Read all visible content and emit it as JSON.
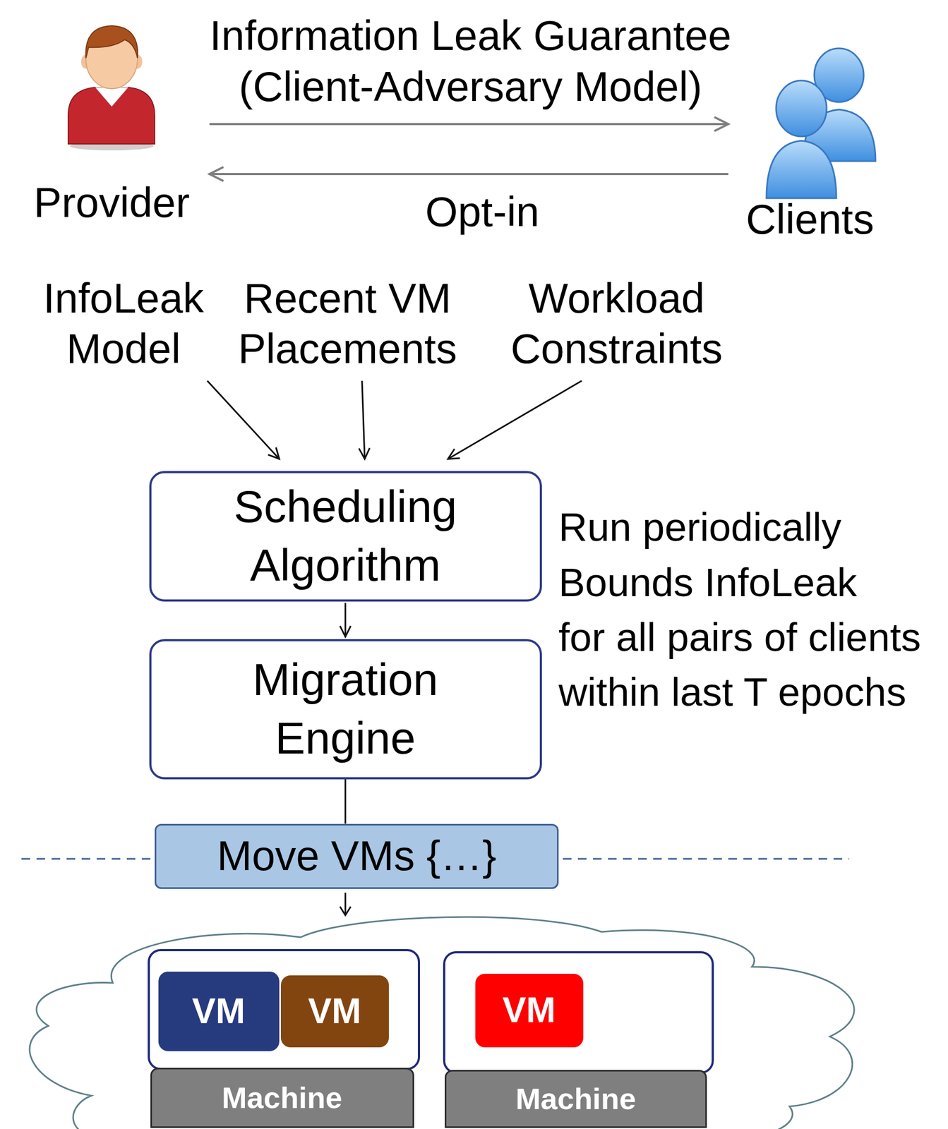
{
  "diagram": {
    "nodes": [
      {
        "text": [
          "Provider"
        ]
      },
      {
        "text": [
          "Clients"
        ]
      },
      {
        "text": [
          "InfoLeak Model"
        ]
      },
      {
        "text": [
          "Recent VM Placements"
        ]
      },
      {
        "text": [
          "Workload Constraints"
        ]
      },
      {
        "text": [
          "Scheduling Algorithm"
        ]
      },
      {
        "text": [
          "Migration Engine"
        ]
      },
      {
        "text": [
          "Move VMs {…}"
        ]
      },
      {
        "text": [
          "VM"
        ]
      },
      {
        "text": [
          "VM"
        ]
      },
      {
        "text": [
          "Machine"
        ]
      },
      {
        "text": [
          "VM"
        ]
      },
      {
        "text": [
          "Machine"
        ]
      }
    ],
    "edges": [
      {
        "from": 0,
        "to": 1,
        "arrow": "to",
        "label": "Information Leak Guarantee (Client-Adversary Model)"
      },
      {
        "from": 1,
        "to": 0,
        "arrow": "to",
        "label": "Opt-in"
      },
      {
        "from": 2,
        "to": 5,
        "arrow": "to"
      },
      {
        "from": 3,
        "to": 5,
        "arrow": "to"
      },
      {
        "from": 4,
        "to": 5,
        "arrow": "to"
      },
      {
        "from": 5,
        "to": 6,
        "arrow": "to"
      },
      {
        "from": 6,
        "to": 7,
        "arrow": "none"
      }
    ],
    "labels": [
      "Run periodically",
      "Bounds InfoLeak",
      "for all pairs of clients",
      "within last T epochs"
    ]
  }
}
